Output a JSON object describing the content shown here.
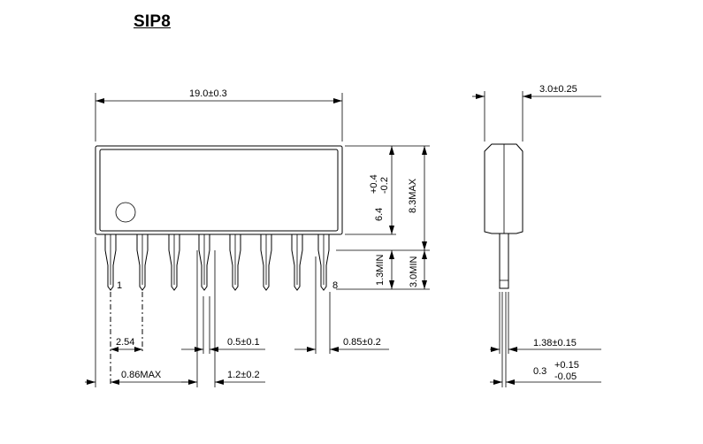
{
  "package": {
    "title": "SIP8",
    "pin_first": "1",
    "pin_last": "8"
  },
  "dimensions": {
    "body_length": "19.0±0.3",
    "thickness": "3.0±0.25",
    "body_height_nominal": "6.4",
    "body_height_tol_plus": "+0.4",
    "body_height_tol_minus": "-0.2",
    "overall_height": "8.3MAX",
    "lead_visible_min": "1.3MIN",
    "lead_length_min": "3.0MIN",
    "pitch": "2.54",
    "lead_width_tip": "0.5±0.1",
    "lead_spacing_end": "0.85±0.2",
    "lead_offset_max": "0.86MAX",
    "lead_width_shoulder": "1.2±0.2",
    "standoff_width": "1.38±0.15",
    "lead_thickness_nominal": "0.3",
    "lead_thickness_tol_plus": "+0.15",
    "lead_thickness_tol_minus": "-0.05"
  }
}
